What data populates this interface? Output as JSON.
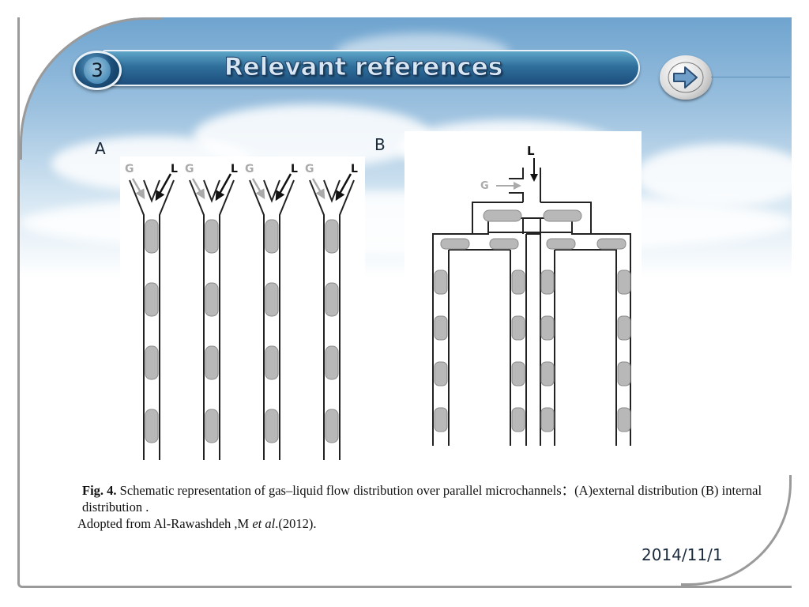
{
  "header": {
    "section_number": "3",
    "title": "Relevant references"
  },
  "navigation": {
    "next_icon": "arrow-right-icon"
  },
  "figure": {
    "panel_a_label": "A",
    "panel_b_label": "B",
    "gas_label": "G",
    "liquid_label": "L"
  },
  "caption": {
    "fig_label": "Fig. 4.",
    "text": " Schematic representation of gas–liquid flow distribution over parallel microchannels：(A)external distribution (B) internal distribution .",
    "source_prefix": "Adopted from Al-Rawashdeh ,M ",
    "source_italic": "et al",
    "source_suffix": ".(2012)."
  },
  "footer": {
    "date": "2014/11/1"
  }
}
